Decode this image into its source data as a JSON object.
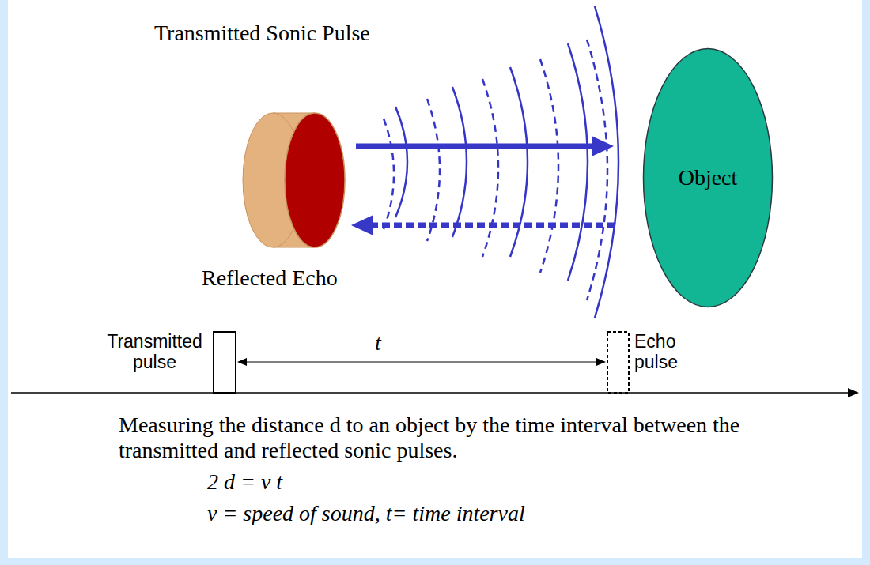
{
  "diagram": {
    "caption": "Measuring the distance d to an object by the time interval between the transmitted and reflected sonic pulses.",
    "nodes": [
      {
        "text": [
          "Object"
        ]
      }
    ],
    "labels": [
      "Transmitted Sonic Pulse",
      "Reflected Echo",
      "Transmitted pulse",
      "t",
      "Echo pulse",
      "2 d = v t",
      "v = speed of sound, t= time interval"
    ]
  }
}
